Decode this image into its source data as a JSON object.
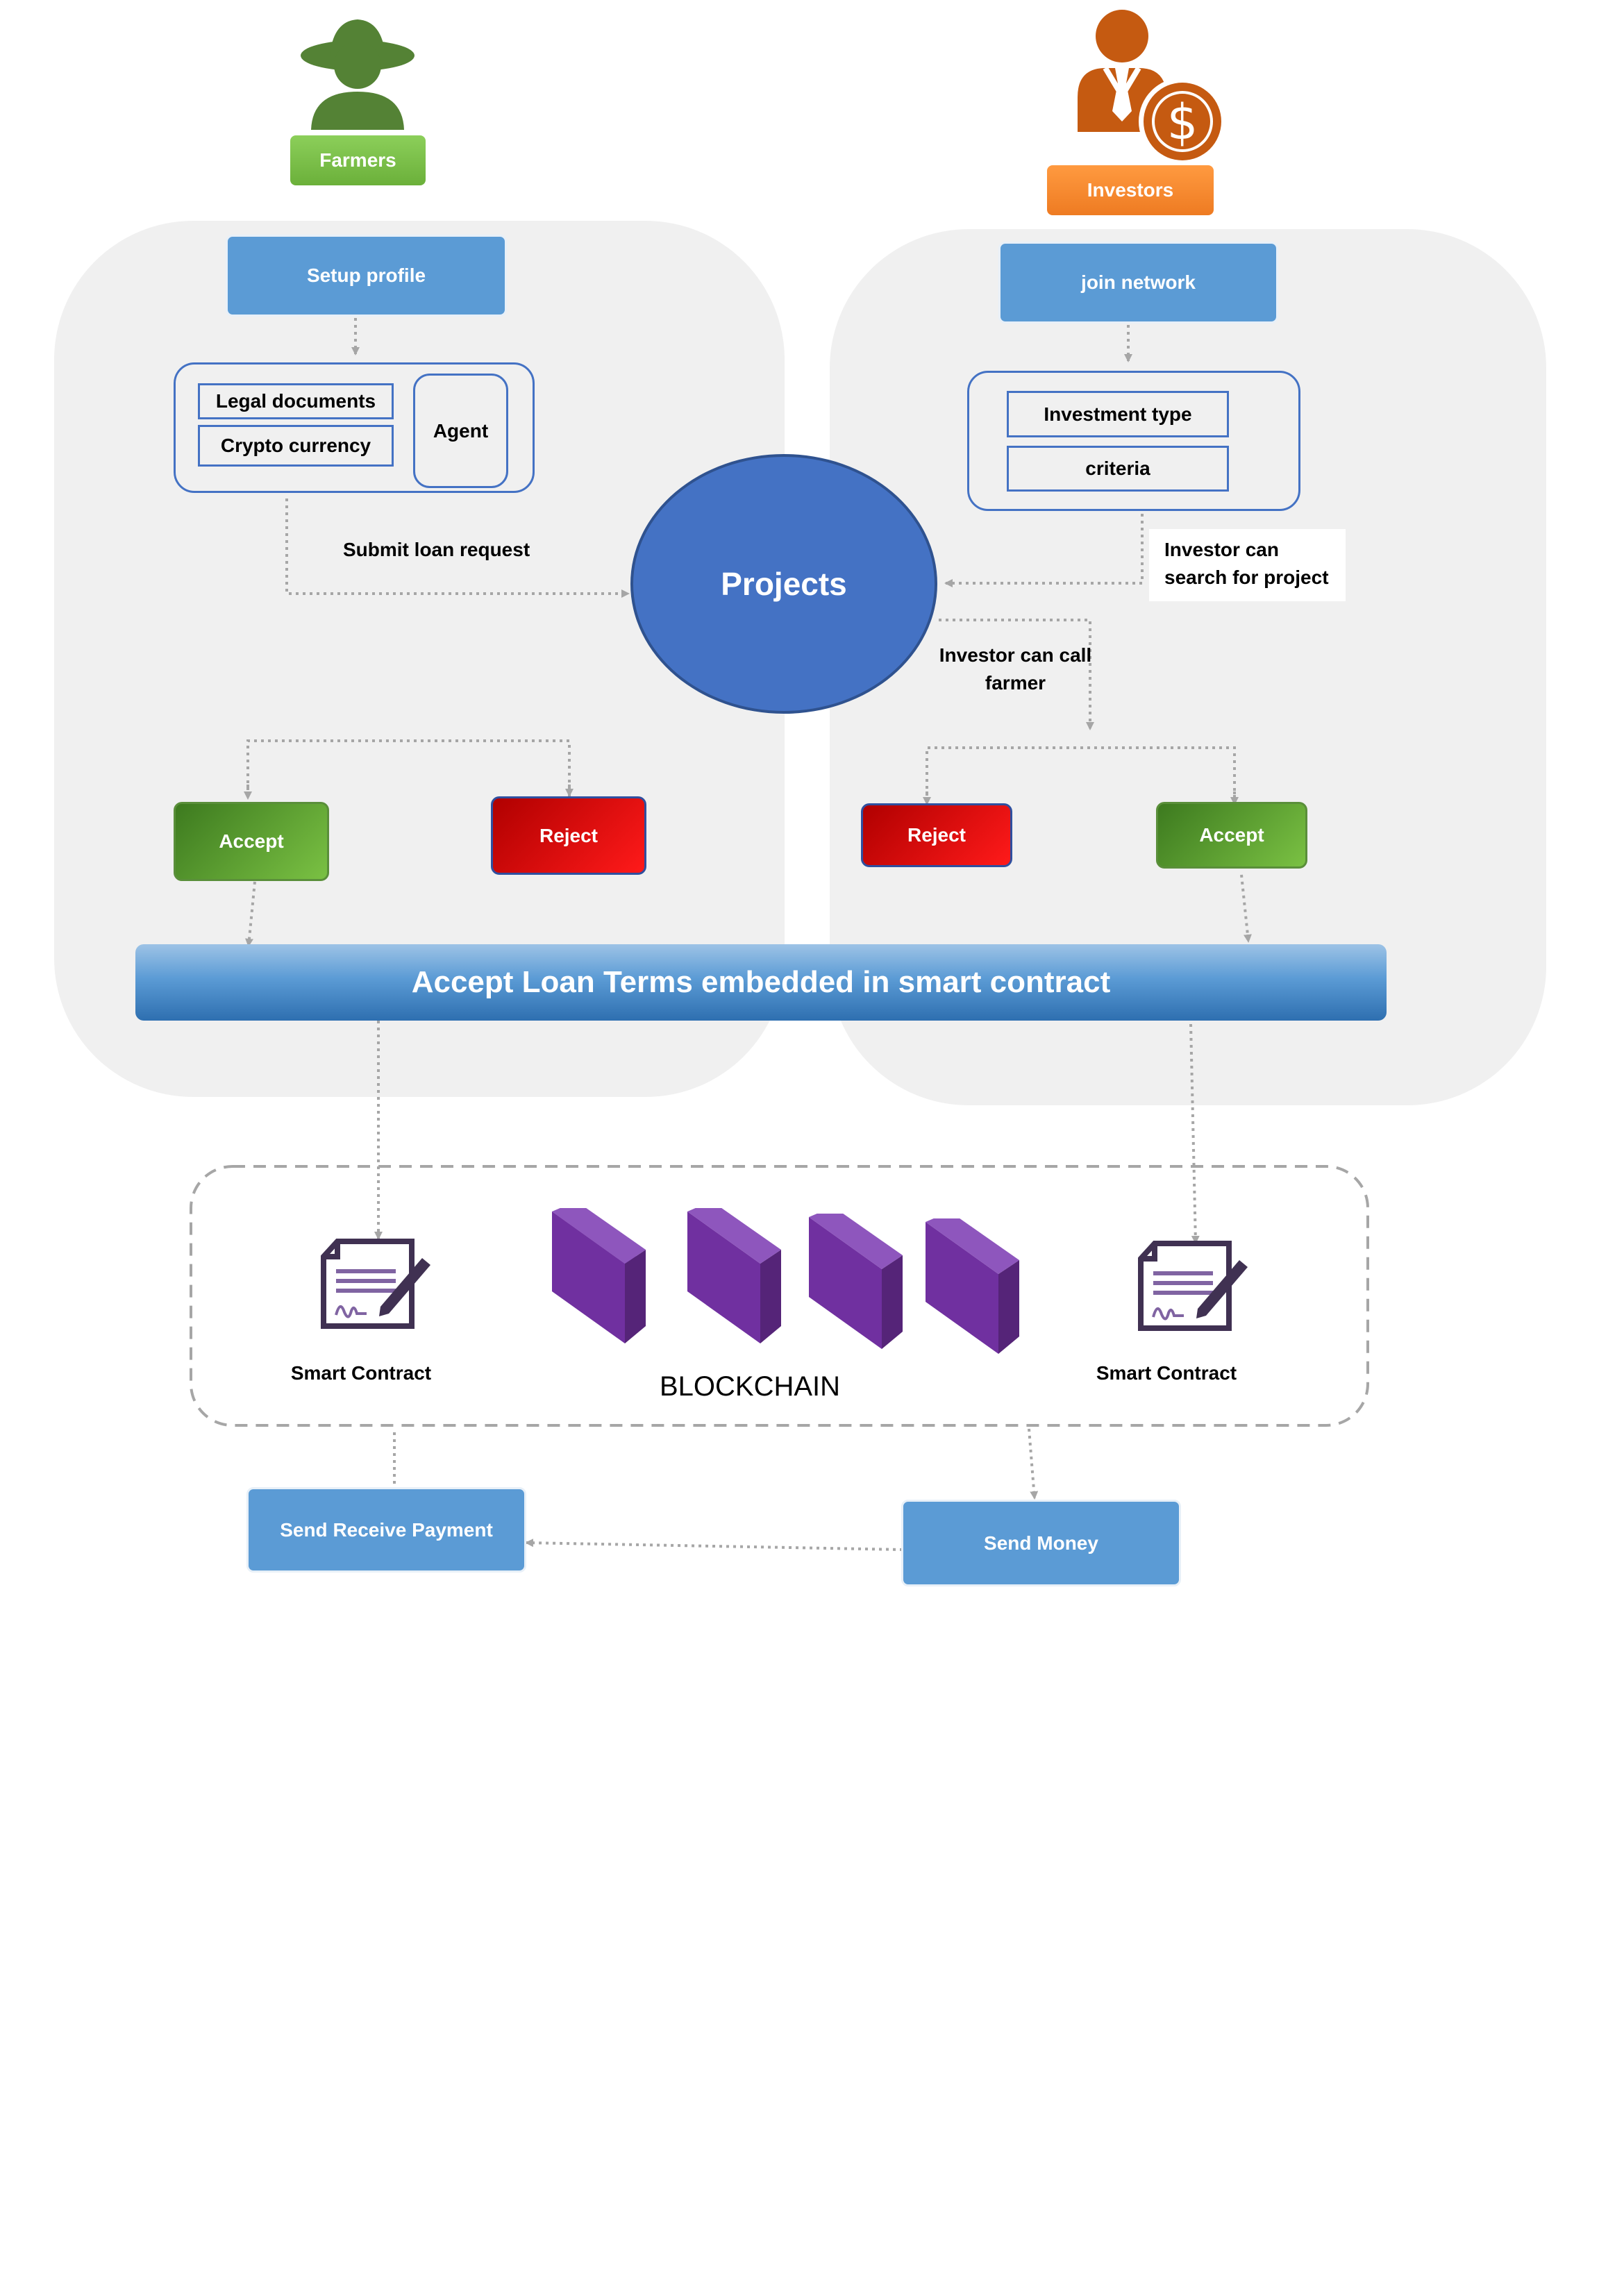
{
  "farmers": {
    "label": "Farmers",
    "setup_label": "Setup profile",
    "docs": {
      "legal": "Legal documents",
      "crypto": "Crypto currency",
      "agent": "Agent"
    },
    "submit_label": "Submit loan request",
    "accept_label": "Accept",
    "reject_label": "Reject"
  },
  "investors": {
    "label": "Investors",
    "join_label": "join network",
    "criteria": {
      "type": "Investment type",
      "criteria": "criteria"
    },
    "search_note": "Investor can search for project",
    "call_note": "Investor can call farmer",
    "reject_label": "Reject",
    "accept_label": "Accept"
  },
  "projects_label": "Projects",
  "contract_bar_label": "Accept Loan Terms embedded in smart contract",
  "blockchain": {
    "label": "BLOCKCHAIN",
    "left_contract": "Smart Contract",
    "right_contract": "Smart Contract"
  },
  "payments": {
    "receive_label": "Send Receive Payment",
    "send_label": "Send Money"
  },
  "colors": {
    "panel": "#f0f0f0",
    "blue_box": "#5b9bd5",
    "projects": "#4472c4",
    "farmer_icon": "#548235",
    "investor_icon": "#c55a11",
    "block": "#7030a0"
  },
  "icons": [
    "farmer-icon",
    "investor-icon",
    "smart-contract-icon",
    "blockchain-block-icon"
  ]
}
